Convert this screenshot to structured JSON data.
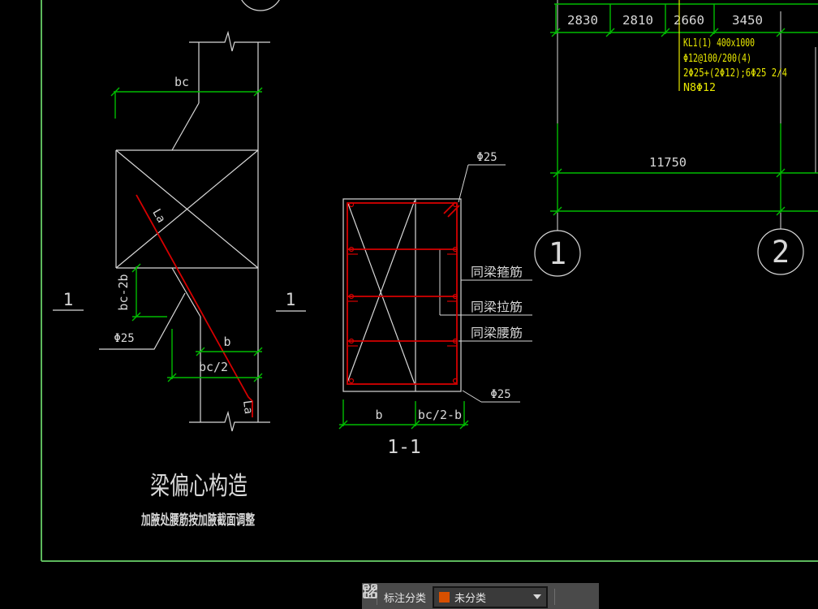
{
  "colors": {
    "background": "#000000",
    "frame_green": "#5cb85c",
    "dimension_green": "#00bc00",
    "line_white": "#d8d8d8",
    "rebar_red": "#d60000",
    "note_yellow": "#e8e800",
    "toolbar_bg": "#4a4a4a",
    "swatch_orange": "#d85000"
  },
  "left_detail": {
    "dim_bc": "bc",
    "dim_bc_minus_2b": "bc-2b",
    "dim_b": "b",
    "dim_bc_half": "bc/2",
    "rebar_label": "Φ25",
    "anchor_label_upper": "La",
    "anchor_label_lower": "La",
    "section_marker_left": "1",
    "section_marker_right": "1",
    "title": "梁偏心构造",
    "subtitle": "加腋处腰筋按加腋截面调整"
  },
  "section_detail": {
    "name": "1-1",
    "top_rebar_label": "Φ25",
    "bottom_rebar_label": "Φ25",
    "leader_stirrup": "同梁箍筋",
    "leader_tie": "同梁拉筋",
    "leader_waist": "同梁腰筋",
    "dim_b": "b",
    "dim_bc_half_minus_b": "bc/2-b"
  },
  "elevation": {
    "span_dims": [
      "2830",
      "2810",
      "2660",
      "3450"
    ],
    "total_dim": "11750",
    "beam_note": [
      "KL1(1) 400x1000",
      "Φ12@100/200(4)",
      "2Φ25+(2Φ12);6Φ25 2/4",
      "N8Φ12"
    ],
    "axis_1": "1",
    "axis_2": "2"
  },
  "toolbar": {
    "category_label": "标注分类",
    "dropdown_value": "未分类"
  }
}
